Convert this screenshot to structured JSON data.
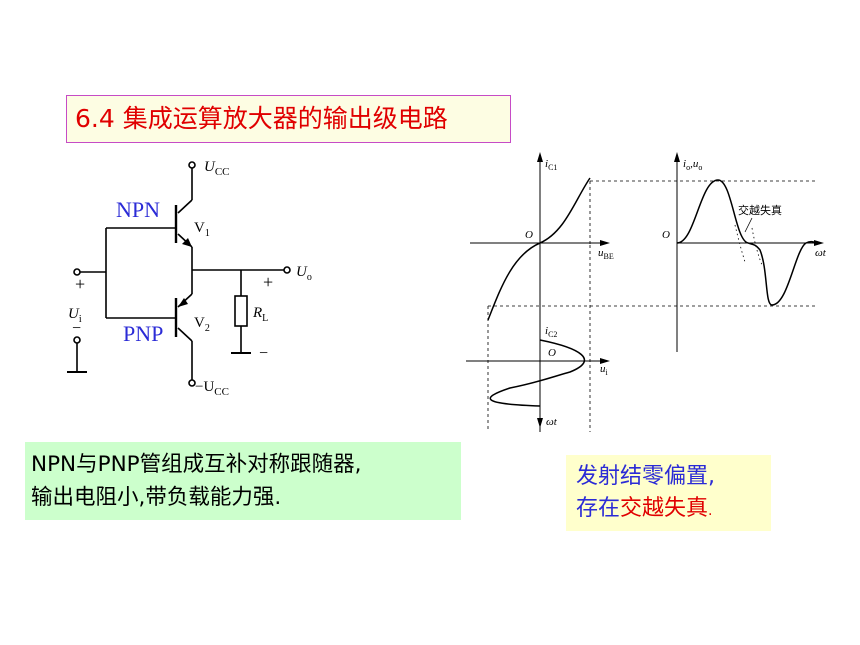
{
  "title": "6.4 集成运算放大器的输出级电路",
  "circuit": {
    "vcc_pos": "U",
    "vcc_pos_sub": "CC",
    "vcc_neg": "−U",
    "vcc_neg_sub": "CC",
    "npn_label": "NPN",
    "pnp_label": "PNP",
    "v1": "V",
    "v1_sub": "1",
    "v2": "V",
    "v2_sub": "2",
    "plus_in": "+",
    "ui": "U",
    "ui_sub": "i",
    "minus_in": "−",
    "plus_out": "+",
    "uo": "U",
    "uo_sub": "o",
    "rl": "R",
    "rl_sub": "L",
    "minus_out": "−"
  },
  "graphs": {
    "ic1": "i",
    "ic1_sub": "C1",
    "origin1": "O",
    "ube": "u",
    "ube_sub": "BE",
    "ic2": "i",
    "ic2_sub": "C2",
    "origin2": "O",
    "ui": "u",
    "ui_sub": "i",
    "wt1": "ωt",
    "io_uo": "i",
    "io_sub": "o",
    "io_uo2": ",u",
    "uo_sub": "o",
    "origin3": "O",
    "crossover_label": "交越失真",
    "wt2": "ωt"
  },
  "notes": {
    "green_line1": "NPN与PNP管组成互补对称跟随器,",
    "green_line2": "输出电阻小,带负载能力强.",
    "yellow_line1": "发射结零偏置,",
    "yellow_line2_pre": "存在",
    "yellow_line2_red": "交越失真",
    "yellow_line2_post": "."
  },
  "colors": {
    "title_text": "#e00000",
    "title_border": "#c64bc6",
    "title_bg": "#fdfde3",
    "npn_pnp_label": "#2b2bd6",
    "green_bg": "#ccffcc",
    "yellow_bg": "#ffffcc",
    "yellow_text": "#2b2bd6"
  }
}
